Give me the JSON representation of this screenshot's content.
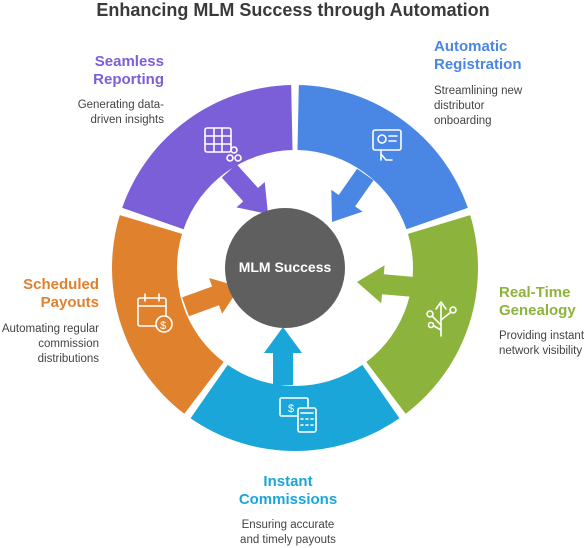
{
  "title": "Enhancing MLM Success through Automation",
  "center": {
    "label": "MLM Success",
    "color": "#5f5f5f"
  },
  "segments": [
    {
      "id": "automatic-registration",
      "title_lines": [
        "Automatic",
        "Registration"
      ],
      "desc_lines": [
        "Streamlining new",
        "distributor",
        "onboarding"
      ],
      "color": "#4a86e3",
      "icon": "registration-icon"
    },
    {
      "id": "real-time-genealogy",
      "title_lines": [
        "Real-Time",
        "Genealogy"
      ],
      "desc_lines": [
        "Providing instant",
        "network visibility"
      ],
      "color": "#8cb43c",
      "icon": "tree-network-icon"
    },
    {
      "id": "instant-commissions",
      "title_lines": [
        "Instant",
        "Commissions"
      ],
      "desc_lines": [
        "Ensuring accurate",
        "and timely payouts"
      ],
      "color": "#1aa6d9",
      "icon": "money-calculator-icon"
    },
    {
      "id": "scheduled-payouts",
      "title_lines": [
        "Scheduled",
        "Payouts"
      ],
      "desc_lines": [
        "Automating regular",
        "commission",
        "distributions"
      ],
      "color": "#e0812e",
      "icon": "calendar-dollar-icon"
    },
    {
      "id": "seamless-reporting",
      "title_lines": [
        "Seamless",
        "Reporting"
      ],
      "desc_lines": [
        "Generating data-",
        "driven insights"
      ],
      "color": "#7a5fd8",
      "icon": "table-share-icon"
    }
  ]
}
